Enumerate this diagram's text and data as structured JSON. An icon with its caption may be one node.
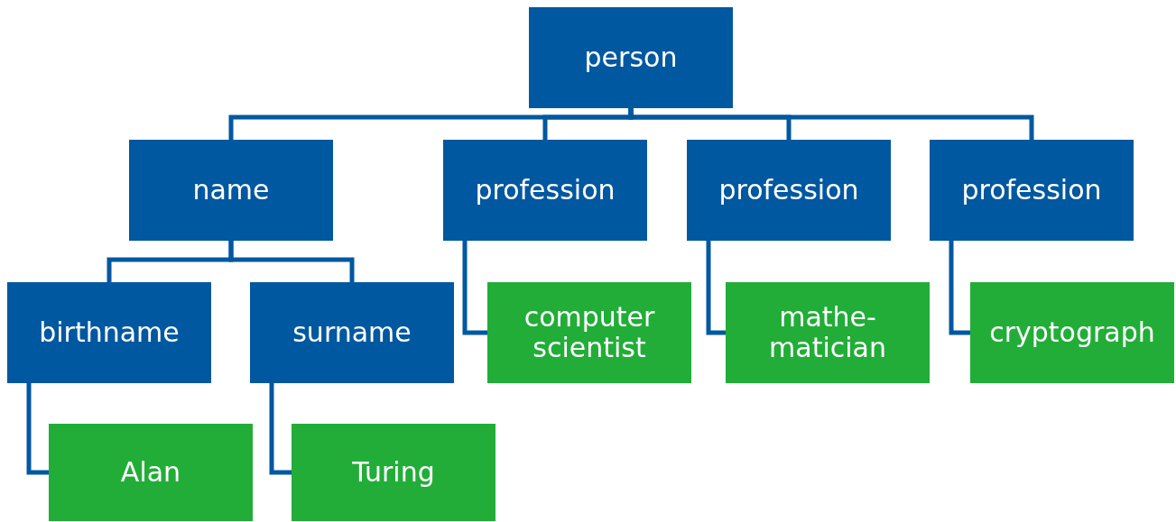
{
  "diagram": {
    "nodes": [
      {
        "text": [
          "person"
        ]
      },
      {
        "text": [
          "name"
        ]
      },
      {
        "text": [
          "profession"
        ]
      },
      {
        "text": [
          "profession"
        ]
      },
      {
        "text": [
          "profession"
        ]
      },
      {
        "text": [
          "birthname"
        ]
      },
      {
        "text": [
          "surname"
        ]
      },
      {
        "text": [
          "computer scientist"
        ]
      },
      {
        "text": [
          "mathe- matician"
        ]
      },
      {
        "text": [
          "cryptograph"
        ]
      },
      {
        "text": [
          "Alan"
        ]
      },
      {
        "text": [
          "Turing"
        ]
      }
    ],
    "edges": [
      {
        "from": 0,
        "to": 1,
        "arrow": "none"
      },
      {
        "from": 0,
        "to": 2,
        "arrow": "none"
      },
      {
        "from": 0,
        "to": 3,
        "arrow": "none"
      },
      {
        "from": 0,
        "to": 4,
        "arrow": "none"
      },
      {
        "from": 1,
        "to": 5,
        "arrow": "none"
      },
      {
        "from": 1,
        "to": 6,
        "arrow": "none"
      },
      {
        "from": 2,
        "to": 7,
        "arrow": "none"
      },
      {
        "from": 3,
        "to": 8,
        "arrow": "none"
      },
      {
        "from": 4,
        "to": 9,
        "arrow": "none"
      },
      {
        "from": 5,
        "to": 10,
        "arrow": "none"
      },
      {
        "from": 6,
        "to": 11,
        "arrow": "none"
      }
    ]
  }
}
